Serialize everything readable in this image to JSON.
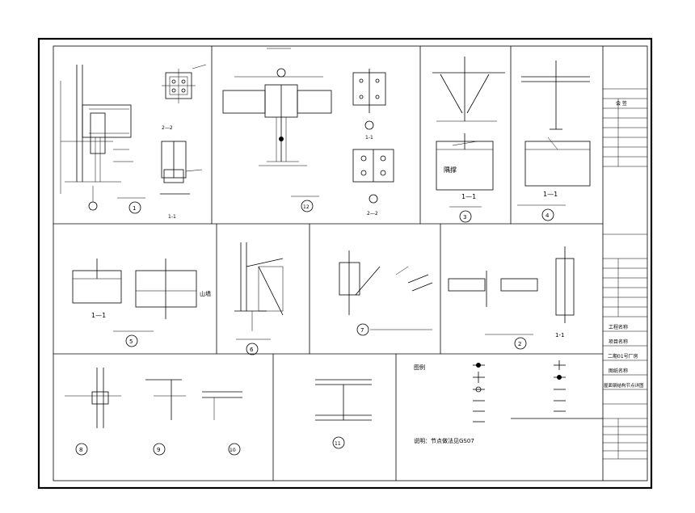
{
  "drawing": {
    "numbers": [
      "1",
      "12",
      "3",
      "4",
      "5",
      "6",
      "7",
      "2",
      "8",
      "9",
      "10",
      "11"
    ],
    "section_11": "1—1",
    "section_22": "2—2",
    "section_11_b": "1-1",
    "section_11_c": "1—1",
    "section_11_d": "1—1",
    "section_11_e": "1—1",
    "section_11_f": "1-1",
    "label_a": "隅撑",
    "label_b": "山墙"
  },
  "legend": {
    "title": "图例",
    "note": "说明：节点做法见GS07",
    "items_left": [
      "",
      "",
      "",
      "",
      "",
      ""
    ],
    "items_right": [
      "",
      "",
      "",
      "",
      "",
      ""
    ]
  },
  "title_block": {
    "row_1": "会 签",
    "row_2": "项目名称",
    "row_3": "二期01号厂房",
    "row_4": "工程名称",
    "row_5": "图纸名称",
    "row_6": "屋面钢结构节点详图"
  }
}
